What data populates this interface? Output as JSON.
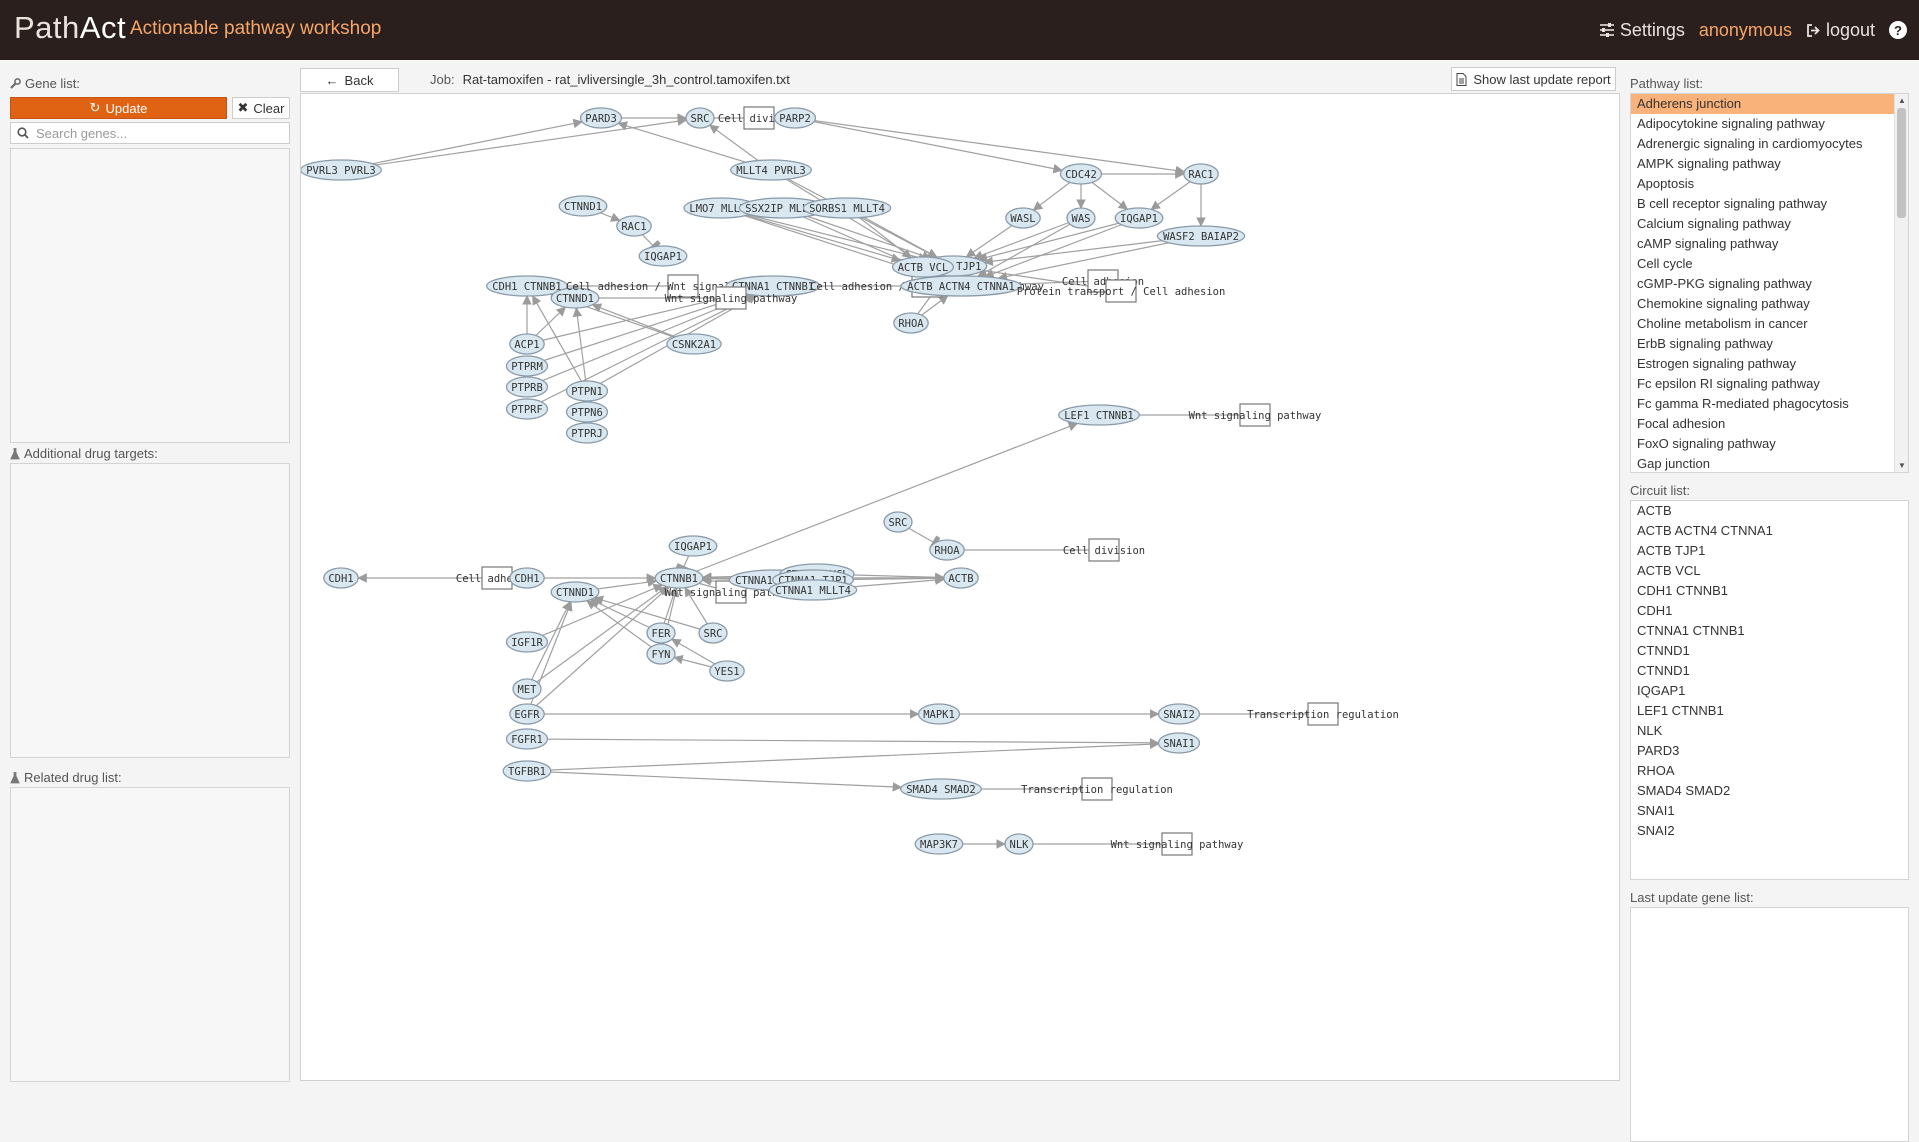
{
  "header": {
    "brand_path": "Path",
    "brand_act": "Act",
    "subtitle": "Actionable pathway workshop",
    "settings": "Settings",
    "user": "anonymous",
    "logout": "logout",
    "help": "?"
  },
  "left": {
    "gene_list_label": "Gene list:",
    "update_label": "Update",
    "clear_label": "Clear",
    "search_placeholder": "Search genes...",
    "additional_targets_label": "Additional drug targets:",
    "related_drugs_label": "Related drug list:"
  },
  "toolbar": {
    "back_label": "Back",
    "job_label": "Job:",
    "job_name": "Rat-tamoxifen - rat_ivliversingle_3h_control.tamoxifen.txt",
    "report_label": "Show last update report"
  },
  "right": {
    "pathway_list_label": "Pathway list:",
    "pathways": [
      "Adherens junction",
      "Adipocytokine signaling pathway",
      "Adrenergic signaling in cardiomyocytes",
      "AMPK signaling pathway",
      "Apoptosis",
      "B cell receptor signaling pathway",
      "Calcium signaling pathway",
      "cAMP signaling pathway",
      "Cell cycle",
      "cGMP-PKG signaling pathway",
      "Chemokine signaling pathway",
      "Choline metabolism in cancer",
      "ErbB signaling pathway",
      "Estrogen signaling pathway",
      "Fc epsilon RI signaling pathway",
      "Fc gamma R-mediated phagocytosis",
      "Focal adhesion",
      "FoxO signaling pathway",
      "Gap junction"
    ],
    "selected_pathway": 0,
    "circuit_list_label": "Circuit list:",
    "circuits": [
      "ACTB",
      "ACTB ACTN4 CTNNA1",
      "ACTB TJP1",
      "ACTB VCL",
      "CDH1 CTNNB1",
      "CDH1",
      "CTNNA1 CTNNB1",
      "CTNND1",
      "CTNND1",
      "IQGAP1",
      "LEF1 CTNNB1",
      "NLK",
      "PARD3",
      "RHOA",
      "SMAD4 SMAD2",
      "SNAI1",
      "SNAI2"
    ],
    "last_update_label": "Last update gene list:"
  },
  "colors": {
    "header_bg": "#2a1f1c",
    "accent_orange": "#e06213",
    "selected_row": "#f8b27a",
    "node_fill": "#d9e8f0",
    "edge": "#a0a0a0"
  },
  "icons": {
    "settings": "sliders-icon",
    "logout": "sign-out-icon",
    "help": "question-circle-icon",
    "gene_list": "wrench-icon",
    "update": "refresh-icon",
    "clear": "times-icon",
    "search": "search-icon",
    "drug_targets": "flask-icon",
    "back": "arrow-left-icon",
    "report": "file-text-icon"
  },
  "graph": {
    "nodes": [
      {
        "id": "pardU",
        "label": "PARD3",
        "type": "gene"
      },
      {
        "id": "srcU",
        "label": "SRC",
        "type": "gene"
      },
      {
        "id": "cdivU",
        "label": "Cell division",
        "type": "func"
      },
      {
        "id": "parp2",
        "label": "PARP2",
        "type": "gene"
      },
      {
        "id": "pvrl3",
        "label": "PVRL3 PVRL3",
        "type": "gene"
      },
      {
        "id": "mllt4p",
        "label": "MLLT4 PVRL3",
        "type": "gene"
      },
      {
        "id": "cdc42",
        "label": "CDC42",
        "type": "gene"
      },
      {
        "id": "rac1U",
        "label": "RAC1",
        "type": "gene"
      },
      {
        "id": "ctnnd1a",
        "label": "CTNND1",
        "type": "gene"
      },
      {
        "id": "rac1a",
        "label": "RAC1",
        "type": "gene"
      },
      {
        "id": "iqgapA",
        "label": "IQGAP1",
        "type": "gene"
      },
      {
        "id": "lmo7",
        "label": "LMO7 MLLT4",
        "type": "gene"
      },
      {
        "id": "ssx2",
        "label": "SSX2IP MLLT4",
        "type": "gene"
      },
      {
        "id": "sorbs",
        "label": "SORBS1 MLLT4",
        "type": "gene"
      },
      {
        "id": "wasl",
        "label": "WASL",
        "type": "gene"
      },
      {
        "id": "was",
        "label": "WAS",
        "type": "gene"
      },
      {
        "id": "iqgapB",
        "label": "IQGAP1",
        "type": "gene"
      },
      {
        "id": "wasf2",
        "label": "WASF2 BAIAP2",
        "type": "gene"
      },
      {
        "id": "cdh1ctnnb1",
        "label": "CDH1 CTNNB1",
        "type": "gene"
      },
      {
        "id": "ctnnd1b",
        "label": "CTNND1",
        "type": "gene"
      },
      {
        "id": "cadhwnt1",
        "label": "Cell adhesion / Wnt signaling pathway",
        "type": "func"
      },
      {
        "id": "ctnna1b",
        "label": "CTNNA1 CTNNB1",
        "type": "gene"
      },
      {
        "id": "wnt1",
        "label": "Wnt signaling pathway",
        "type": "func"
      },
      {
        "id": "cadhwnt2",
        "label": "Cell adhesion / Wnt signaling pathway",
        "type": "func"
      },
      {
        "id": "actbtjp",
        "label": "ACTB TJP1",
        "type": "gene"
      },
      {
        "id": "actbvcl",
        "label": "ACTB VCL",
        "type": "gene"
      },
      {
        "id": "actbactn",
        "label": "ACTB ACTN4 CTNNA1",
        "type": "gene"
      },
      {
        "id": "cadh1",
        "label": "Cell adhesion",
        "type": "func"
      },
      {
        "id": "prot",
        "label": "Protein transport / Cell adhesion",
        "type": "func"
      },
      {
        "id": "rhoaU",
        "label": "RHOA",
        "type": "gene"
      },
      {
        "id": "acp1",
        "label": "ACP1",
        "type": "gene"
      },
      {
        "id": "csnk2a1",
        "label": "CSNK2A1",
        "type": "gene"
      },
      {
        "id": "ptprm",
        "label": "PTPRM",
        "type": "gene"
      },
      {
        "id": "ptprb",
        "label": "PTPRB",
        "type": "gene"
      },
      {
        "id": "ptprf",
        "label": "PTPRF",
        "type": "gene"
      },
      {
        "id": "ptpn1",
        "label": "PTPN1",
        "type": "gene"
      },
      {
        "id": "ptpn6",
        "label": "PTPN6",
        "type": "gene"
      },
      {
        "id": "ptprj",
        "label": "PTPRJ",
        "type": "gene"
      },
      {
        "id": "lef1",
        "label": "LEF1 CTNNB1",
        "type": "gene"
      },
      {
        "id": "wnt2",
        "label": "Wnt signaling pathway",
        "type": "func"
      },
      {
        "id": "srcM",
        "label": "SRC",
        "type": "gene"
      },
      {
        "id": "rhoaM",
        "label": "RHOA",
        "type": "gene"
      },
      {
        "id": "cdivM",
        "label": "Cell division",
        "type": "func"
      },
      {
        "id": "iqgapC",
        "label": "IQGAP1",
        "type": "gene"
      },
      {
        "id": "cdh1L",
        "label": "CDH1",
        "type": "gene"
      },
      {
        "id": "cadh2",
        "label": "Cell adhesion",
        "type": "func"
      },
      {
        "id": "cdh1R",
        "label": "CDH1",
        "type": "gene"
      },
      {
        "id": "ctnnb1",
        "label": "CTNNB1",
        "type": "gene"
      },
      {
        "id": "ctnnd1c",
        "label": "CTNND1",
        "type": "gene"
      },
      {
        "id": "wnt3",
        "label": "Wnt signaling pathway",
        "type": "func"
      },
      {
        "id": "ctnna1act",
        "label": "CTNNA1 ACTN4",
        "type": "gene"
      },
      {
        "id": "ctnna1vcl",
        "label": "CTNNA1 VCL",
        "type": "gene"
      },
      {
        "id": "ctnna1tjp",
        "label": "CTNNA1 TJP1",
        "type": "gene"
      },
      {
        "id": "ctnna1ml",
        "label": "CTNNA1 MLLT4",
        "type": "gene"
      },
      {
        "id": "actbM",
        "label": "ACTB",
        "type": "gene"
      },
      {
        "id": "igf1r",
        "label": "IGF1R",
        "type": "gene"
      },
      {
        "id": "fer",
        "label": "FER",
        "type": "gene"
      },
      {
        "id": "srcL",
        "label": "SRC",
        "type": "gene"
      },
      {
        "id": "fyn",
        "label": "FYN",
        "type": "gene"
      },
      {
        "id": "yes1",
        "label": "YES1",
        "type": "gene"
      },
      {
        "id": "met",
        "label": "MET",
        "type": "gene"
      },
      {
        "id": "egfr",
        "label": "EGFR",
        "type": "gene"
      },
      {
        "id": "mapk1",
        "label": "MAPK1",
        "type": "gene"
      },
      {
        "id": "snai2",
        "label": "SNAI2",
        "type": "gene"
      },
      {
        "id": "treg1",
        "label": "Transcription regulation",
        "type": "func"
      },
      {
        "id": "fgfr1",
        "label": "FGFR1",
        "type": "gene"
      },
      {
        "id": "snai1",
        "label": "SNAI1",
        "type": "gene"
      },
      {
        "id": "tgfbr1",
        "label": "TGFBR1",
        "type": "gene"
      },
      {
        "id": "smad",
        "label": "SMAD4 SMAD2",
        "type": "gene"
      },
      {
        "id": "treg2",
        "label": "Transcription regulation",
        "type": "func"
      },
      {
        "id": "map3k7",
        "label": "MAP3K7",
        "type": "gene"
      },
      {
        "id": "nlk",
        "label": "NLK",
        "type": "gene"
      },
      {
        "id": "wnt4",
        "label": "Wnt signaling pathway",
        "type": "func"
      }
    ],
    "edges": [
      [
        "pvrl3",
        "pardU",
        "a"
      ],
      [
        "pvrl3",
        "srcU",
        "a"
      ],
      [
        "pardU",
        "srcU",
        "a"
      ],
      [
        "srcU",
        "cdivU",
        "l"
      ],
      [
        "cdivU",
        "parp2",
        "l"
      ],
      [
        "parp2",
        "cdc42",
        "a"
      ],
      [
        "parp2",
        "rac1U",
        "a"
      ],
      [
        "mllt4p",
        "pardU",
        "a"
      ],
      [
        "mllt4p",
        "srcU",
        "a"
      ],
      [
        "mllt4p",
        "actbtjp",
        "a"
      ],
      [
        "mllt4p",
        "actbactn",
        "a"
      ],
      [
        "cdc42",
        "rac1U",
        "a"
      ],
      [
        "cdc42",
        "wasl",
        "a"
      ],
      [
        "cdc42",
        "was",
        "a"
      ],
      [
        "cdc42",
        "iqgapB",
        "a"
      ],
      [
        "rac1U",
        "iqgapB",
        "a"
      ],
      [
        "rac1U",
        "wasf2",
        "a"
      ],
      [
        "ctnnd1a",
        "rac1a",
        "a"
      ],
      [
        "rac1a",
        "iqgapA",
        "t"
      ],
      [
        "lmo7",
        "actbtjp",
        "a"
      ],
      [
        "lmo7",
        "actbvcl",
        "a"
      ],
      [
        "lmo7",
        "actbactn",
        "a"
      ],
      [
        "ssx2",
        "actbtjp",
        "a"
      ],
      [
        "ssx2",
        "actbactn",
        "a"
      ],
      [
        "sorbs",
        "actbvcl",
        "a"
      ],
      [
        "sorbs",
        "actbtjp",
        "a"
      ],
      [
        "wasl",
        "actbtjp",
        "a"
      ],
      [
        "was",
        "actbactn",
        "a"
      ],
      [
        "was",
        "actbtjp",
        "a"
      ],
      [
        "iqgapB",
        "actbactn",
        "a"
      ],
      [
        "iqgapB",
        "actbtjp",
        "a"
      ],
      [
        "wasf2",
        "actbactn",
        "a"
      ],
      [
        "wasf2",
        "actbtjp",
        "a"
      ],
      [
        "cdh1ctnnb1",
        "cadhwnt1",
        "l"
      ],
      [
        "ctnnd1b",
        "wnt1",
        "l"
      ],
      [
        "ctnna1b",
        "cadhwnt2",
        "l"
      ],
      [
        "actbactn",
        "cadh1",
        "l"
      ],
      [
        "actbtjp",
        "prot",
        "l"
      ],
      [
        "rhoaU",
        "actbtjp",
        "a"
      ],
      [
        "rhoaU",
        "actbactn",
        "a"
      ],
      [
        "acp1",
        "cdh1ctnnb1",
        "a"
      ],
      [
        "acp1",
        "ctnnd1b",
        "a"
      ],
      [
        "ptpn1",
        "cdh1ctnnb1",
        "a"
      ],
      [
        "ptpn1",
        "ctnnd1b",
        "a"
      ],
      [
        "ptprm",
        "ctnna1b",
        "a"
      ],
      [
        "ptprb",
        "ctnna1b",
        "a"
      ],
      [
        "ptprf",
        "ctnna1b",
        "a"
      ],
      [
        "ptpn1",
        "ctnna1b",
        "a"
      ],
      [
        "acp1",
        "ctnna1b",
        "a"
      ],
      [
        "csnk2a1",
        "ctnnd1b",
        "a"
      ],
      [
        "csnk2a1",
        "cdh1ctnnb1",
        "a"
      ],
      [
        "ctnnb1",
        "lef1",
        "a"
      ],
      [
        "lef1",
        "wnt2",
        "l"
      ],
      [
        "srcM",
        "rhoaM",
        "t"
      ],
      [
        "rhoaM",
        "cdivM",
        "l"
      ],
      [
        "cadh2",
        "cdh1L",
        "a"
      ],
      [
        "cdh1R",
        "cadh2",
        "l"
      ],
      [
        "cdh1R",
        "ctnnb1",
        "a"
      ],
      [
        "iqgapC",
        "ctnnb1",
        "t"
      ],
      [
        "ctnnd1c",
        "ctnnb1",
        "a"
      ],
      [
        "ctnnb1",
        "wnt3",
        "l"
      ],
      [
        "ctnna1act",
        "ctnnb1",
        "a"
      ],
      [
        "ctnna1vcl",
        "ctnnb1",
        "a"
      ],
      [
        "ctnna1tjp",
        "ctnnb1",
        "a"
      ],
      [
        "ctnna1ml",
        "ctnnb1",
        "a"
      ],
      [
        "actbM",
        "ctnnb1",
        "a"
      ],
      [
        "ctnnb1",
        "actbM",
        "a"
      ],
      [
        "ctnna1vcl",
        "actbM",
        "a"
      ],
      [
        "ctnna1tjp",
        "actbM",
        "a"
      ],
      [
        "ctnna1ml",
        "actbM",
        "a"
      ],
      [
        "igf1r",
        "ctnnb1",
        "a"
      ],
      [
        "fer",
        "ctnnb1",
        "a"
      ],
      [
        "fer",
        "ctnnd1c",
        "a"
      ],
      [
        "fyn",
        "ctnnb1",
        "a"
      ],
      [
        "fyn",
        "ctnnd1c",
        "a"
      ],
      [
        "srcL",
        "ctnnb1",
        "a"
      ],
      [
        "srcL",
        "ctnnd1c",
        "a"
      ],
      [
        "yes1",
        "fer",
        "a"
      ],
      [
        "yes1",
        "fyn",
        "a"
      ],
      [
        "met",
        "ctnnd1c",
        "a"
      ],
      [
        "met",
        "ctnnb1",
        "a"
      ],
      [
        "egfr",
        "ctnnd1c",
        "a"
      ],
      [
        "egfr",
        "ctnnb1",
        "a"
      ],
      [
        "egfr",
        "mapk1",
        "a"
      ],
      [
        "mapk1",
        "snai2",
        "a"
      ],
      [
        "snai2",
        "treg1",
        "l"
      ],
      [
        "fgfr1",
        "snai1",
        "a"
      ],
      [
        "tgfbr1",
        "snai1",
        "a"
      ],
      [
        "tgfbr1",
        "smad",
        "a"
      ],
      [
        "smad",
        "treg2",
        "l"
      ],
      [
        "map3k7",
        "nlk",
        "a"
      ],
      [
        "nlk",
        "wnt4",
        "l"
      ],
      [
        "ptpn6",
        "ptpn1",
        "l"
      ],
      [
        "ptprj",
        "ptpn6",
        "l"
      ]
    ]
  }
}
